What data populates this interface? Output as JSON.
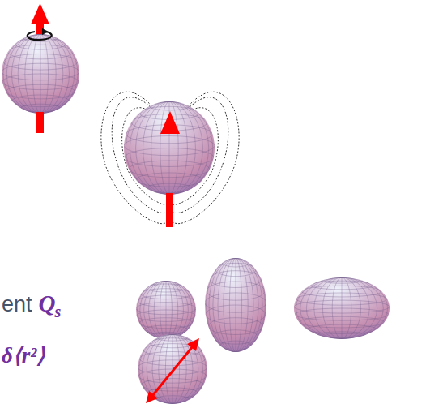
{
  "diagram": {
    "labels": [
      "ent",
      "Q",
      "s",
      "δ⟨r²⟩"
    ]
  }
}
